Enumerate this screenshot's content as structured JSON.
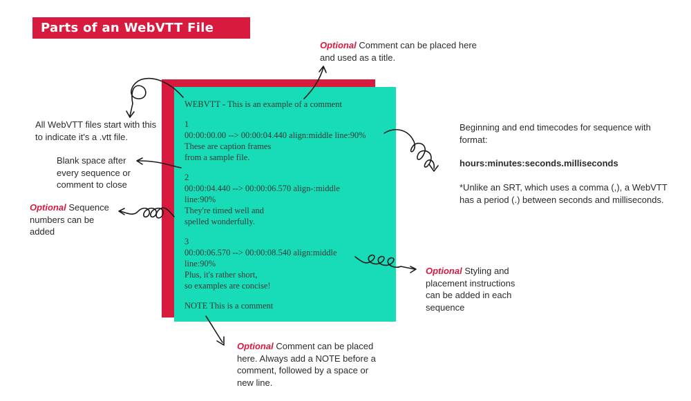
{
  "title": "Parts of an WebVTT File",
  "code_lines": [
    "WEBVTT - This is an example of a comment",
    "1",
    "00:00:00.00 --> 00:00:04.440 align:middle line:90%",
    "These are caption frames",
    "from a sample file.",
    "2",
    "00:00:04.440 --> 00:00:06.570 align-:middle",
    "line:90%",
    "They're timed well and",
    "spelled wonderfully.",
    "3",
    "00:00:06.570 --> 00:00:08.540 align:middle",
    "line:90%",
    "Plus, it's rather short,",
    "so examples are concise!",
    "NOTE This is a comment"
  ],
  "optional_word": "Optional",
  "annotations": {
    "title_comment": " Comment can be placed here and used as a title.",
    "webvtt_header": "All WebVTT files start with this to indicate it's a .vtt file.",
    "blank_space": "Blank space after every sequence or comment to close",
    "sequence_numbers": " Sequence numbers can be added",
    "timecodes_intro": "Beginning and end timecodes for sequence with format:",
    "timecodes_format": "hours:minutes:seconds.milliseconds",
    "timecodes_note": "*Unlike an SRT, which uses a comma (,),  a WebVTT has a period (.) between seconds and milliseconds.",
    "styling": " Styling and placement instructions can be added in each sequence",
    "note_comment": " Comment can be placed here. Always add a NOTE before a comment, followed by a space or new line."
  },
  "colors": {
    "accent": "#d91a3f",
    "teal": "#17dcb7",
    "text": "#2b2b2b"
  }
}
